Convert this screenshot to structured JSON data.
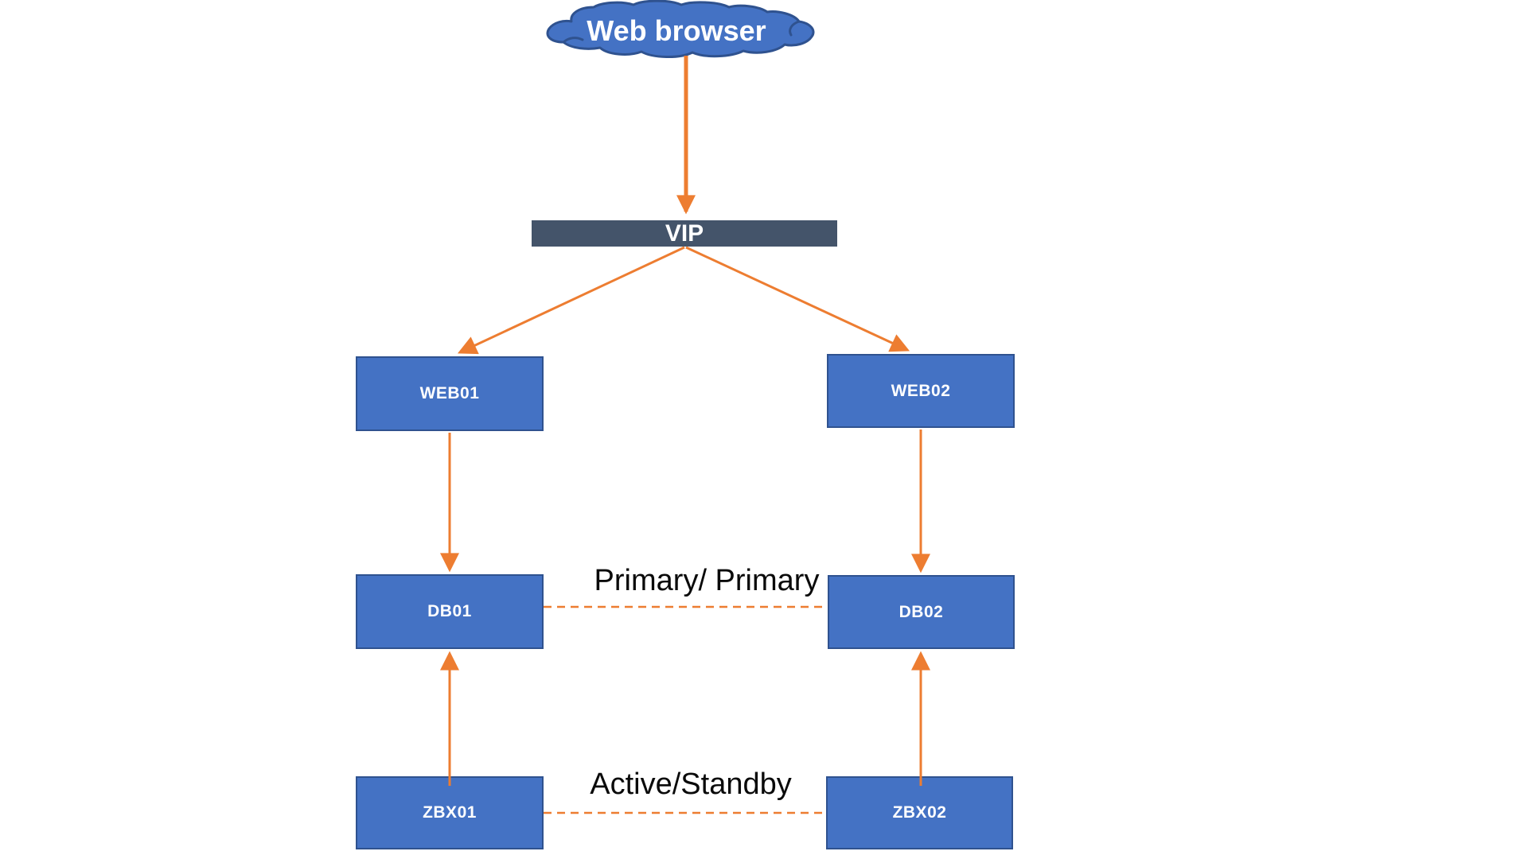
{
  "cloud": {
    "label": "Web browser"
  },
  "vip": {
    "label": "VIP"
  },
  "nodes": {
    "web01": {
      "label": "WEB01"
    },
    "web02": {
      "label": "WEB02"
    },
    "db01": {
      "label": "DB01"
    },
    "db02": {
      "label": "DB02"
    },
    "zbx01": {
      "label": "ZBX01"
    },
    "zbx02": {
      "label": "ZBX02"
    }
  },
  "annotations": {
    "db_pair": "Primary/ Primary",
    "zbx_pair": "Active/Standby"
  },
  "edges": [
    {
      "from": "Web browser",
      "to": "VIP",
      "style": "solid-arrow"
    },
    {
      "from": "VIP",
      "to": "WEB01",
      "style": "solid-arrow"
    },
    {
      "from": "VIP",
      "to": "WEB02",
      "style": "solid-arrow"
    },
    {
      "from": "WEB01",
      "to": "DB01",
      "style": "solid-arrow"
    },
    {
      "from": "WEB02",
      "to": "DB02",
      "style": "solid-arrow"
    },
    {
      "from": "ZBX01",
      "to": "DB01",
      "style": "solid-arrow"
    },
    {
      "from": "ZBX02",
      "to": "DB02",
      "style": "solid-arrow"
    },
    {
      "from": "DB01",
      "to": "DB02",
      "style": "dashed",
      "label": "Primary/ Primary"
    },
    {
      "from": "ZBX01",
      "to": "ZBX02",
      "style": "dashed",
      "label": "Active/Standby"
    }
  ],
  "colors": {
    "node_fill": "#4472C4",
    "node_border": "#2F528F",
    "node_text": "#FFFFFF",
    "vip_fill": "#44546A",
    "connector": "#ED7D31",
    "annotation_text": "#0A0A0A",
    "background": "#FFFFFF"
  }
}
